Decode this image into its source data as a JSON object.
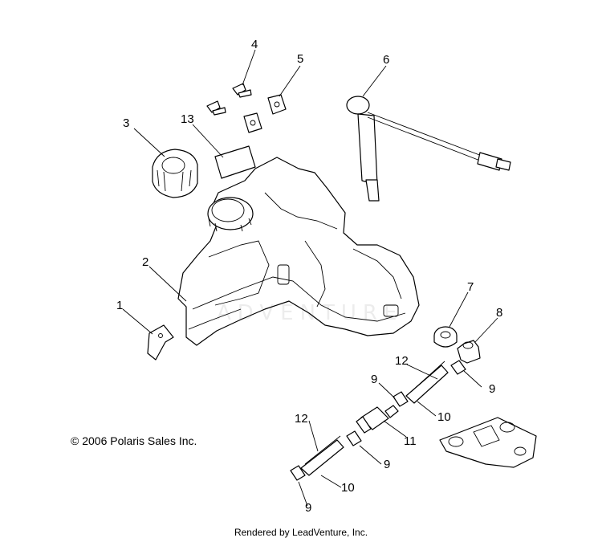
{
  "copyright": "© 2006 Polaris Sales Inc.",
  "footer": "Rendered by LeadVenture, Inc.",
  "watermark": "ADVENTURE",
  "callouts": {
    "c1": "1",
    "c2": "2",
    "c3": "3",
    "c4": "4",
    "c5": "5",
    "c6": "6",
    "c7": "7",
    "c8": "8",
    "c9a": "9",
    "c9b": "9",
    "c9c": "9",
    "c9d": "9",
    "c10a": "10",
    "c10b": "10",
    "c11": "11",
    "c12a": "12",
    "c12b": "12",
    "c13": "13"
  }
}
